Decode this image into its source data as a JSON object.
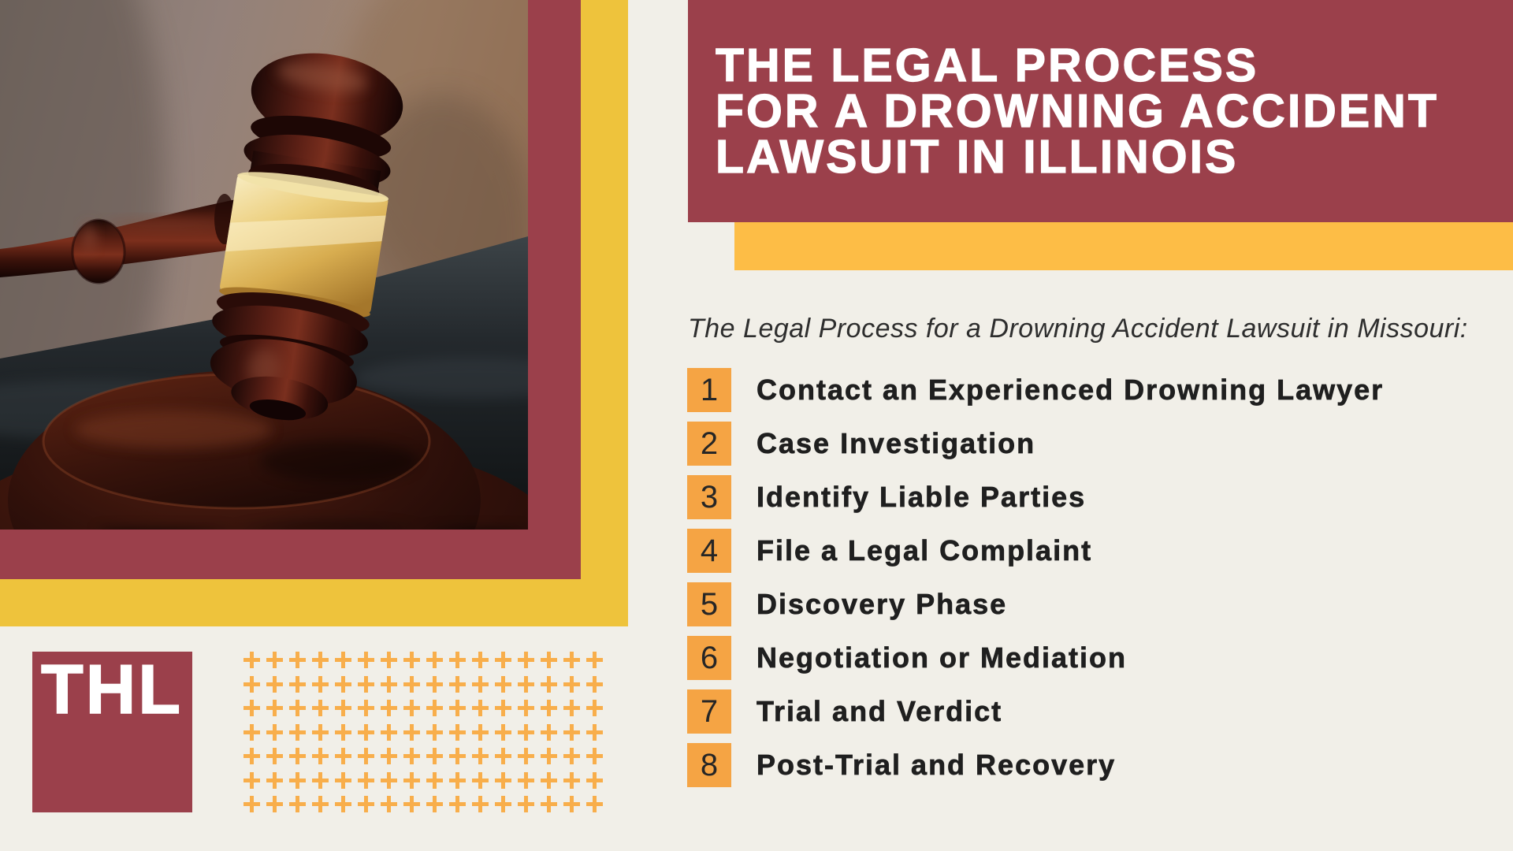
{
  "colors": {
    "maroon": "#9B404B",
    "frame-yellow": "#EEC33C",
    "bar-yellow": "#FDBD46",
    "square-orange": "#F5A444",
    "plus-orange": "#F8AE4B",
    "cream": "#F1EFE8",
    "title-white": "#FFFFFF"
  },
  "header": {
    "title_lines": [
      "THE LEGAL PROCESS",
      "FOR A DROWNING ACCIDENT",
      "LAWSUIT IN ILLINOIS"
    ]
  },
  "subtitle": {
    "text": "The Legal Process for a Drowning Accident Lawsuit in Missouri:"
  },
  "steps": [
    {
      "num": "1",
      "label": "Contact an Experienced Drowning Lawyer"
    },
    {
      "num": "2",
      "label": "Case Investigation"
    },
    {
      "num": "3",
      "label": "Identify Liable Parties"
    },
    {
      "num": "4",
      "label": "File a Legal Complaint"
    },
    {
      "num": "5",
      "label": "Discovery Phase"
    },
    {
      "num": "6",
      "label": "Negotiation or Mediation"
    },
    {
      "num": "7",
      "label": "Trial and Verdict"
    },
    {
      "num": "8",
      "label": "Post-Trial and Recovery"
    }
  ],
  "logo": {
    "text": "THL"
  },
  "decor": {
    "plus_rows": 7,
    "plus_cols": 16
  }
}
